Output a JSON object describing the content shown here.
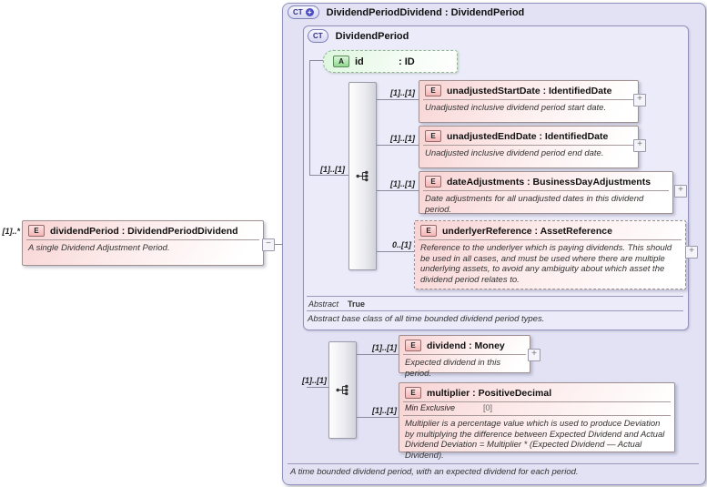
{
  "glyphs": {
    "plus": "+",
    "minus": "−"
  },
  "left_element": {
    "cardinality": "[1]..*",
    "icon": "E",
    "title": "dividendPeriod : DividendPeriodDividend",
    "annotation": "A single Dividend Adjustment Period."
  },
  "outer": {
    "icon": "CT",
    "title": "DividendPeriodDividend : DividendPeriod",
    "annotation": "A time bounded dividend period, with an expected dividend for each period."
  },
  "base": {
    "icon": "CT",
    "title": "DividendPeriod",
    "attribute": {
      "icon": "A",
      "name": "id",
      "type": ": ID"
    },
    "sequence_cardinality": "[1]..[1]",
    "elements": [
      {
        "icon": "E",
        "cardinality": "[1]..[1]",
        "title": "unadjustedStartDate : IdentifiedDate",
        "annotation": "Unadjusted inclusive dividend period start date."
      },
      {
        "icon": "E",
        "cardinality": "[1]..[1]",
        "title": "unadjustedEndDate : IdentifiedDate",
        "annotation": "Unadjusted inclusive dividend period end date."
      },
      {
        "icon": "E",
        "cardinality": "[1]..[1]",
        "title": "dateAdjustments : BusinessDayAdjustments",
        "annotation": "Date adjustments for all unadjusted dates in this dividend period."
      },
      {
        "icon": "E",
        "cardinality": "0..[1]",
        "title": "underlyerReference : AssetReference",
        "annotation": "Reference to the underlyer which is paying dividends. This should be used in all cases, and must be used where there are multiple underlying assets, to avoid any ambiguity about which asset the dividend period relates to."
      }
    ],
    "facet": {
      "label": "Abstract",
      "value": "True"
    },
    "annotation": "Abstract base class of all time bounded dividend period types."
  },
  "extension": {
    "sequence_cardinality": "[1]..[1]",
    "elements": [
      {
        "icon": "E",
        "cardinality": "[1]..[1]",
        "title": "dividend : Money",
        "annotation": "Expected dividend in this period."
      },
      {
        "icon": "E",
        "cardinality": "[1]..[1]",
        "title": "multiplier : PositiveDecimal",
        "facet": {
          "label": "Min Exclusive",
          "value": "[0]"
        },
        "annotation": "Multiplier is a percentage value which is used to produce Deviation by multiplying the difference between Expected Dividend and Actual Dividend Deviation = Multiplier * (Expected Dividend — Actual Dividend)."
      }
    ]
  }
}
